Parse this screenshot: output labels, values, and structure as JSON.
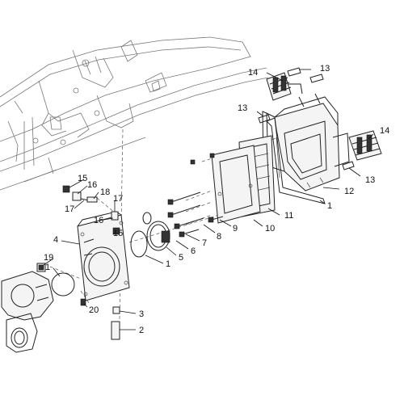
{
  "callouts": [
    {
      "id": "c14a",
      "text": "14"
    },
    {
      "id": "c13a",
      "text": "13"
    },
    {
      "id": "c13b",
      "text": "13"
    },
    {
      "id": "c14b",
      "text": "14"
    },
    {
      "id": "c13c",
      "text": "13"
    },
    {
      "id": "c12",
      "text": "12"
    },
    {
      "id": "c1a",
      "text": "1"
    },
    {
      "id": "c11",
      "text": "11"
    },
    {
      "id": "c10",
      "text": "10"
    },
    {
      "id": "c9",
      "text": "9"
    },
    {
      "id": "c8",
      "text": "8"
    },
    {
      "id": "c7",
      "text": "7"
    },
    {
      "id": "c6",
      "text": "6"
    },
    {
      "id": "c5",
      "text": "5"
    },
    {
      "id": "c1b",
      "text": "1"
    },
    {
      "id": "c15a",
      "text": "15"
    },
    {
      "id": "c16a",
      "text": "16"
    },
    {
      "id": "c18",
      "text": "18"
    },
    {
      "id": "c17a",
      "text": "17"
    },
    {
      "id": "c17b",
      "text": "17"
    },
    {
      "id": "c16b",
      "text": "16"
    },
    {
      "id": "c15b",
      "text": "15"
    },
    {
      "id": "c4",
      "text": "4"
    },
    {
      "id": "c19",
      "text": "19"
    },
    {
      "id": "c1c",
      "text": "1"
    },
    {
      "id": "c20",
      "text": "20"
    },
    {
      "id": "c3",
      "text": "3"
    },
    {
      "id": "c2",
      "text": "2"
    }
  ]
}
